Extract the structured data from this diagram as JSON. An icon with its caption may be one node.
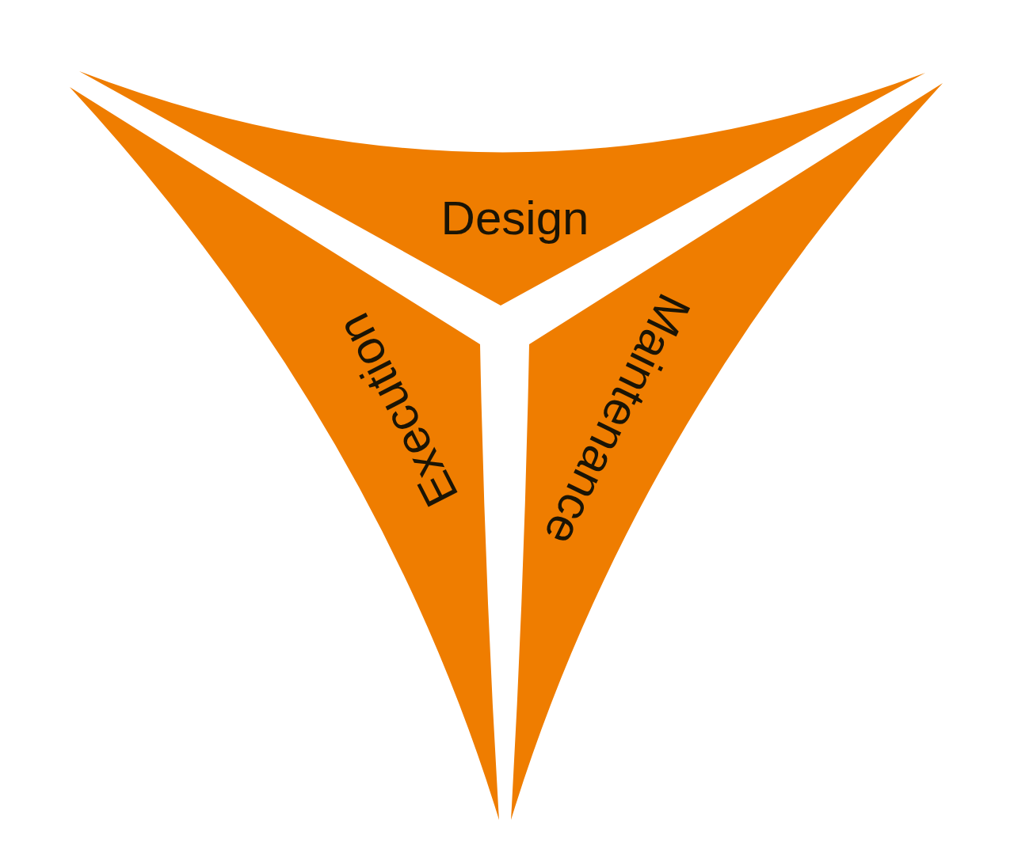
{
  "diagram": {
    "nodes": [
      {
        "text": [
          "Design"
        ]
      },
      {
        "text": [
          "Execution"
        ]
      },
      {
        "text": [
          "Maintenance"
        ]
      }
    ]
  }
}
